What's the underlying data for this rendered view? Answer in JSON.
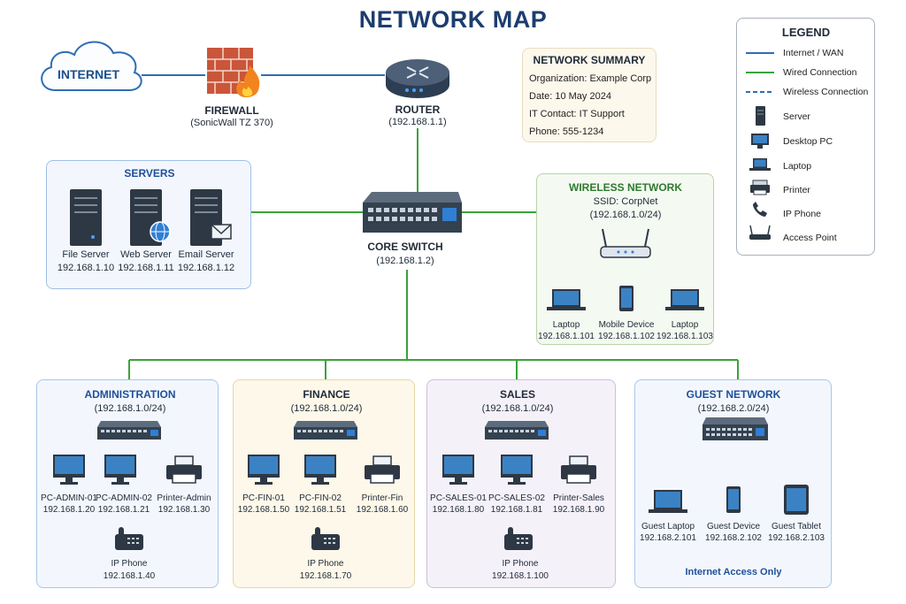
{
  "title": "NETWORK MAP",
  "colors": {
    "wan": "#2f6db5",
    "wired": "#3aa33a",
    "wireless": "#2f6db5",
    "title": "#1c3d6e"
  },
  "internet": {
    "label": "INTERNET",
    "icon": "cloud-icon"
  },
  "firewall": {
    "label": "FIREWALL",
    "model": "(SonicWall TZ 370)",
    "icon": "firewall-icon"
  },
  "router": {
    "label": "ROUTER",
    "ip": "(192.168.1.1)",
    "icon": "router-icon"
  },
  "core_switch": {
    "label": "CORE SWITCH",
    "ip": "(192.168.1.2)",
    "icon": "switch-icon"
  },
  "summary": {
    "title": "NETWORK SUMMARY",
    "organization": "Organization: Example Corp",
    "date": "Date: 10 May 2024",
    "contact": "IT Contact: IT Support",
    "phone": "Phone: 555-1234"
  },
  "legend": {
    "title": "LEGEND",
    "items": [
      {
        "label": "Internet / WAN",
        "icon": "wan-line"
      },
      {
        "label": "Wired Connection",
        "icon": "wired-line"
      },
      {
        "label": "Wireless Connection",
        "icon": "wireless-line"
      },
      {
        "label": "Server",
        "icon": "server-icon"
      },
      {
        "label": "Desktop PC",
        "icon": "desktop-icon"
      },
      {
        "label": "Laptop",
        "icon": "laptop-icon"
      },
      {
        "label": "Printer",
        "icon": "printer-icon"
      },
      {
        "label": "IP Phone",
        "icon": "phone-icon"
      },
      {
        "label": "Access Point",
        "icon": "access-point-icon"
      }
    ]
  },
  "servers": {
    "title": "SERVERS",
    "items": [
      {
        "name": "File Server",
        "ip": "192.168.1.10"
      },
      {
        "name": "Web Server",
        "ip": "192.168.1.11"
      },
      {
        "name": "Email Server",
        "ip": "192.168.1.12"
      }
    ]
  },
  "wireless": {
    "title": "WIRELESS NETWORK",
    "ssid": "SSID: CorpNet",
    "subnet": "(192.168.1.0/24)",
    "devices": [
      {
        "name": "Laptop",
        "ip": "192.168.1.101"
      },
      {
        "name": "Mobile Device",
        "ip": "192.168.1.102"
      },
      {
        "name": "Laptop",
        "ip": "192.168.1.103"
      }
    ]
  },
  "departments": [
    {
      "title": "ADMINISTRATION",
      "subnet": "(192.168.1.0/24)",
      "devices": [
        {
          "name": "PC-ADMIN-01",
          "ip": "192.168.1.20"
        },
        {
          "name": "PC-ADMIN-02",
          "ip": "192.168.1.21"
        },
        {
          "name": "Printer-Admin",
          "ip": "192.168.1.30"
        }
      ],
      "phone": {
        "name": "IP Phone",
        "ip": "192.168.1.40"
      }
    },
    {
      "title": "FINANCE",
      "subnet": "(192.168.1.0/24)",
      "devices": [
        {
          "name": "PC-FIN-01",
          "ip": "192.168.1.50"
        },
        {
          "name": "PC-FIN-02",
          "ip": "192.168.1.51"
        },
        {
          "name": "Printer-Fin",
          "ip": "192.168.1.60"
        }
      ],
      "phone": {
        "name": "IP Phone",
        "ip": "192.168.1.70"
      }
    },
    {
      "title": "SALES",
      "subnet": "(192.168.1.0/24)",
      "devices": [
        {
          "name": "PC-SALES-01",
          "ip": "192.168.1.80"
        },
        {
          "name": "PC-SALES-02",
          "ip": "192.168.1.81"
        },
        {
          "name": "Printer-Sales",
          "ip": "192.168.1.90"
        }
      ],
      "phone": {
        "name": "IP Phone",
        "ip": "192.168.1.100"
      }
    }
  ],
  "guest": {
    "title": "GUEST NETWORK",
    "subnet": "(192.168.2.0/24)",
    "devices": [
      {
        "name": "Guest Laptop",
        "ip": "192.168.2.101"
      },
      {
        "name": "Guest Device",
        "ip": "192.168.2.102"
      },
      {
        "name": "Guest Tablet",
        "ip": "192.168.2.103"
      }
    ],
    "note": "Internet Access Only"
  }
}
